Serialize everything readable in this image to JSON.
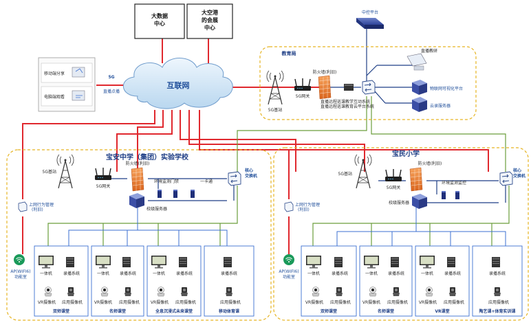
{
  "top": {
    "bigdata_1": "大数据",
    "bigdata_2": "中心",
    "expo_1": "大空港",
    "expo_2": "的会展",
    "expo_3": "中心"
  },
  "cloud": {
    "label": "互联网"
  },
  "panel": {
    "device_1": "移动端分享",
    "device_2": "电脑端观看",
    "fiveg": "5G",
    "direct": "直播点播"
  },
  "bureau": {
    "title": "教育局",
    "central": "中控平台",
    "tower": "5G基站",
    "gateway": "5G网关",
    "firewall": "防火墙(利旧)",
    "note_1": "直播远程巡课教学互动系统",
    "note_2": "直播远程巡课教育云平台系统",
    "remote": "直播教研",
    "iot": "物联网可视化平台",
    "cloudsrv": "云录服务器"
  },
  "schoolA": {
    "title": "宝安中学（集团）实验学校",
    "tower": "5G基站",
    "gateway": "5G网关",
    "firewall": "防火墙(利旧)",
    "env": "环境监测门禁",
    "card": "一卡通",
    "server": "校级服务器",
    "core_1": "核心",
    "core_2": "交换机",
    "bm_1": "上网行为管理",
    "bm_2": "(利旧)",
    "ap_1": "AP(WIFI6)",
    "ap_2": "功能室",
    "rooms": [
      "双师课堂",
      "名师课堂",
      "全息沉浸式未来课堂",
      "移动体育课"
    ]
  },
  "schoolB": {
    "title": "宝民小学",
    "tower": "5G基站",
    "gateway": "5G网关",
    "firewall": "防火墙(利旧)",
    "env": "环境监测监控",
    "server": "校级服务器",
    "core_1": "核心",
    "core_2": "交换机",
    "bm_1": "上网行为管理",
    "bm_2": "(利旧)",
    "ap_1": "AP(WIFI6)",
    "ap_2": "功能室",
    "rooms": [
      "双师课堂",
      "名师课堂",
      "VR课堂",
      "陶艺课+体育实训课"
    ]
  },
  "devices": {
    "aio": "一体机",
    "rec": "录播系统",
    "vrcam": "VR摄像机",
    "appcam": "应用摄像机"
  },
  "colors": {
    "internet_link": "#e0282e",
    "uplink": "#6a9e3b",
    "lan": "#3b6fd1",
    "zone_border": "#e6b422",
    "title": "#1f3f86"
  }
}
